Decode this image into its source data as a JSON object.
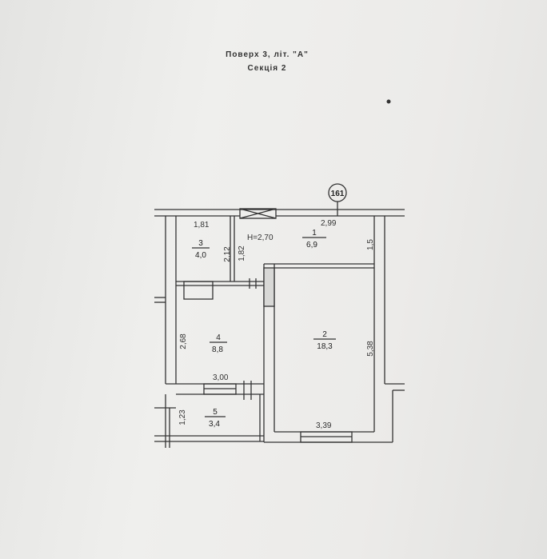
{
  "header": {
    "floor_title": "Поверх 3, літ. \"А\"",
    "section_title": "Секція 2"
  },
  "plan": {
    "apartment_number": "161",
    "ceiling_height": "H=2,70",
    "rooms": [
      {
        "number": "1",
        "area": "6,9"
      },
      {
        "number": "2",
        "area": "18,3"
      },
      {
        "number": "3",
        "area": "4,0"
      },
      {
        "number": "4",
        "area": "8,8"
      },
      {
        "number": "5",
        "area": "3,4"
      }
    ],
    "dimensions": {
      "top_left_width": "1,81",
      "top_right_width": "2,99",
      "corridor_depth": "1,5",
      "room3_height": "2,12",
      "corridor_height": "1,82",
      "room4_height": "2,68",
      "room4_width": "3,00",
      "room2_height": "5,38",
      "room5_height": "1,23",
      "room2_width": "3,39"
    }
  }
}
